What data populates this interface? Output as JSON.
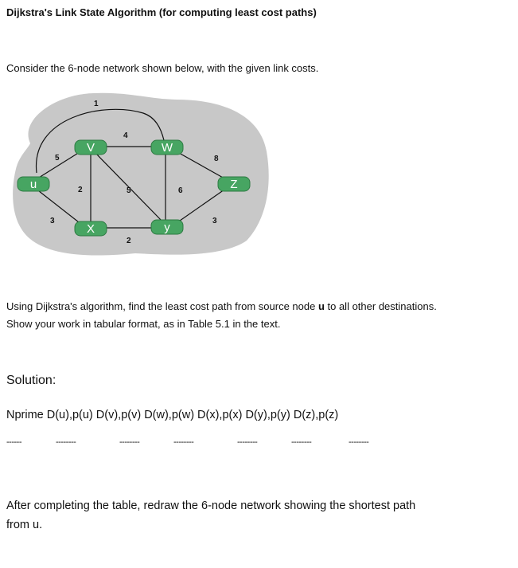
{
  "title": "Dijkstra's Link State Algorithm (for computing least cost paths)",
  "intro": "Consider the 6-node network shown below, with the given link costs.",
  "network": {
    "nodes": {
      "u": "u",
      "v": "V",
      "w": "W",
      "x": "X",
      "y": "y",
      "z": "Z"
    },
    "links": {
      "uv": "5",
      "ux": "3",
      "uw": "1",
      "vw": "4",
      "vx": "2",
      "vy": "5",
      "xy": "2",
      "wy": "6",
      "wz": "8",
      "yz": "3"
    },
    "colors": {
      "cloud": "#c8c8c8",
      "router": "#47a562",
      "link": "#111111"
    }
  },
  "question": {
    "line1": "Using Dijkstra's algorithm, find the least cost path from source node ",
    "source": "u",
    "line1_end": " to all other destinations.",
    "line2": "Show your work in tabular format, as in Table 5.1 in the text."
  },
  "solution_label": "Solution:",
  "table_header": "Nprime D(u),p(u) D(v),p(v) D(w),p(w) D(x),p(x) D(y),p(y) D(z),p(z)",
  "dashes": [
    "------",
    "--------",
    "--------",
    "--------",
    "--------",
    "--------",
    "--------"
  ],
  "after_line1": "After completing the table, redraw the 6-node network showing the shortest path",
  "after_line2": "from u."
}
